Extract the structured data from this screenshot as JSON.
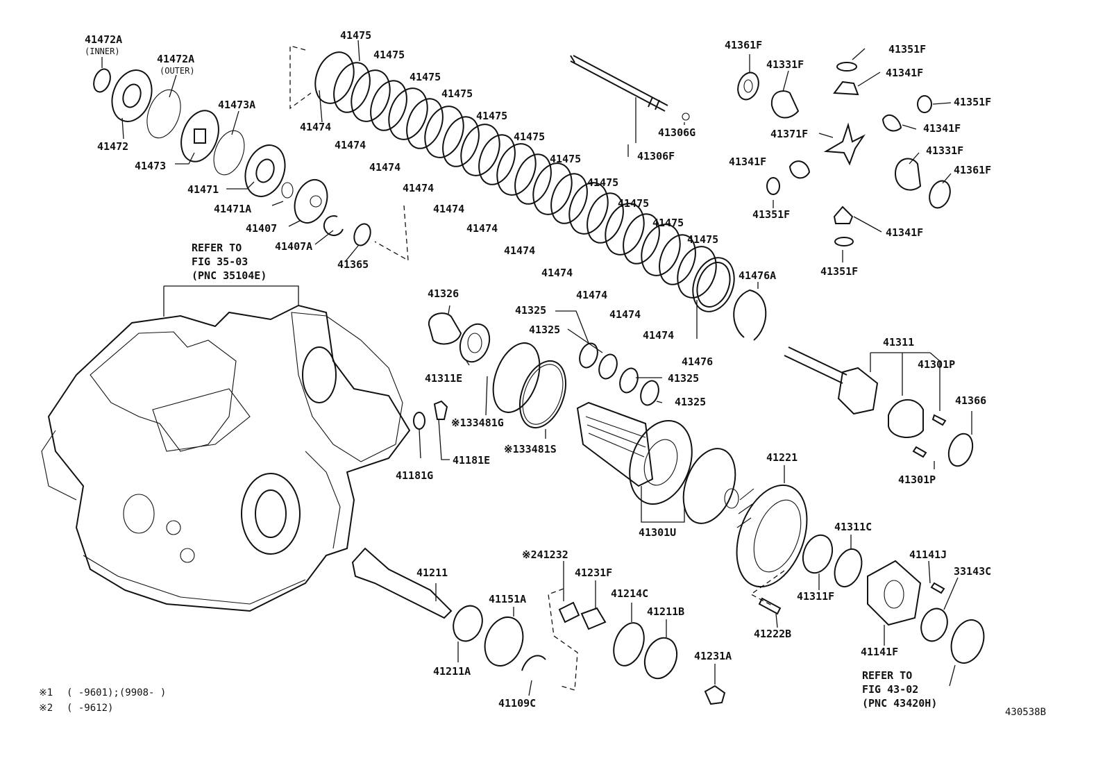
{
  "diagram": {
    "figure_code": "430538B",
    "notes": {
      "n1_mark": "※1",
      "n1_text": "(      -9601);(9908-      )",
      "n2_mark": "※2",
      "n2_text": "(      -9612)"
    },
    "refer_1": {
      "line1": "REFER TO",
      "line2": "FIG 35-03",
      "line3": "(PNC 35104E)"
    },
    "refer_2": {
      "line1": "REFER TO",
      "line2": "FIG 43-02",
      "line3": "(PNC 43420H)"
    },
    "parts": {
      "p41472A_inner": "41472A",
      "p41472A_inner_sub": "(INNER)",
      "p41472A_outer": "41472A",
      "p41472A_outer_sub": "(OUTER)",
      "p41472": "41472",
      "p41473A": "41473A",
      "p41473": "41473",
      "p41471": "41471",
      "p41471A": "41471A",
      "p41407": "41407",
      "p41407A": "41407A",
      "p41365": "41365",
      "p41475_1": "41475",
      "p41475_2": "41475",
      "p41475_3": "41475",
      "p41475_4": "41475",
      "p41475_5": "41475",
      "p41475_6": "41475",
      "p41475_7": "41475",
      "p41475_8": "41475",
      "p41475_9": "41475",
      "p41475_10": "41475",
      "p41475_11": "41475",
      "p41474_1": "41474",
      "p41474_2": "41474",
      "p41474_3": "41474",
      "p41474_4": "41474",
      "p41474_5": "41474",
      "p41474_6": "41474",
      "p41474_7": "41474",
      "p41474_8": "41474",
      "p41474_9": "41474",
      "p41474_10": "41474",
      "p41474_11": "41474",
      "p41476A": "41476A",
      "p41476": "41476",
      "p41306G": "41306G",
      "p41306F": "41306F",
      "p41361F_1": "41361F",
      "p41361F_2": "41361F",
      "p41331F_1": "41331F",
      "p41331F_2": "41331F",
      "p41351F_1": "41351F",
      "p41351F_2": "41351F",
      "p41351F_3": "41351F",
      "p41351F_4": "41351F",
      "p41341F_1": "41341F",
      "p41341F_2": "41341F",
      "p41341F_3": "41341F",
      "p41341F_4": "41341F",
      "p41371F": "41371F",
      "p41326": "41326",
      "p41325_1": "41325",
      "p41325_2": "41325",
      "p41325_3": "41325",
      "p41325_4": "41325",
      "p41311E": "41311E",
      "p133481G": "※133481G",
      "p133481S": "※133481S",
      "p41181G": "41181G",
      "p41181E": "41181E",
      "p41311": "41311",
      "p41301P_1": "41301P",
      "p41301P_2": "41301P",
      "p41366": "41366",
      "p41301U": "41301U",
      "p41221": "41221",
      "p41311C": "41311C",
      "p41311F": "41311F",
      "p41141J": "41141J",
      "p33143C": "33143C",
      "p41141F": "41141F",
      "p41222B": "41222B",
      "p41211": "41211",
      "p41211A": "41211A",
      "p41151A": "41151A",
      "p41109C": "41109C",
      "p241232": "※241232",
      "p41231F": "41231F",
      "p41214C": "41214C",
      "p41211B": "41211B",
      "p41231A": "41231A"
    }
  }
}
